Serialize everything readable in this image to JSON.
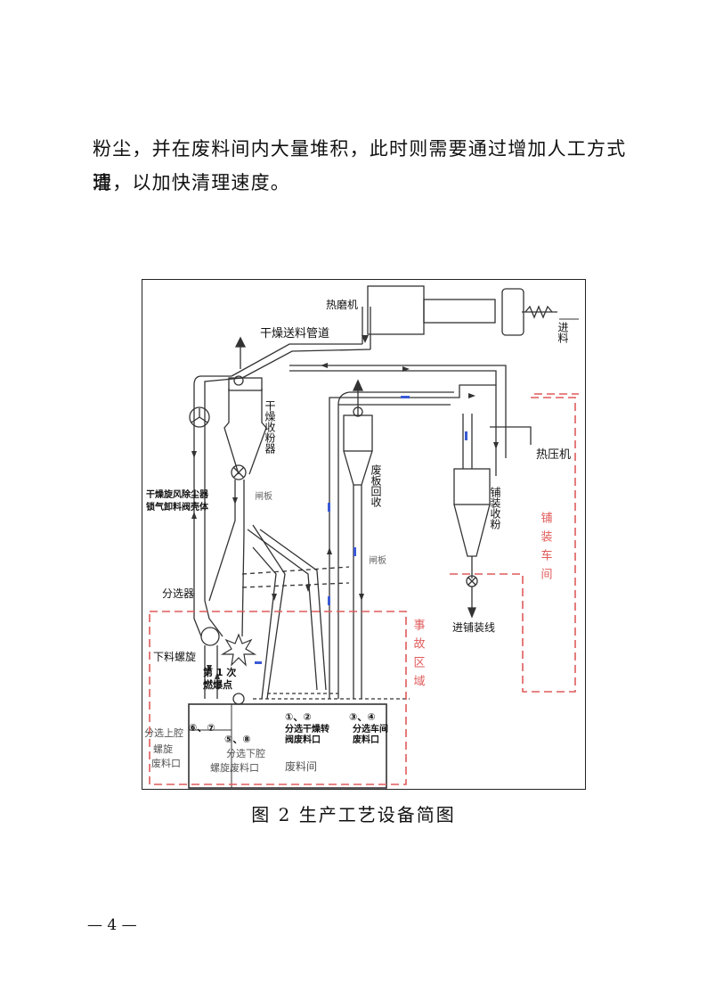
{
  "paragraph": {
    "line1": "粉尘，并在废料间内大量堆积，此时则需要通过增加人工方式清",
    "line2": "理，以加快清理速度。"
  },
  "figure": {
    "caption": "图 2   生产工艺设备简图",
    "labels": {
      "hot_mill": "热磨机",
      "feed": "进料",
      "dry_pipe": "干燥送料管道",
      "dry_collector": "干燥收粉器",
      "cyclone_a": "干燥旋风除尘器",
      "cyclone_b": "锁气卸料阀壳体",
      "gate1": "闸板",
      "gate2": "闸板",
      "waste_recycle": "废板回收",
      "hot_press": "热压机",
      "paving_collect": "铺装收粉",
      "paving_line": "进铺装线",
      "paving_workshop": "铺装车间",
      "separator": "分选器",
      "screw": "下料螺旋",
      "fire1": "第 1 次",
      "fire2": "燃爆点",
      "accident_area": "事故区域",
      "n67": "⑥、⑦",
      "n58": "⑤、⑧",
      "n12": "①、②",
      "n34": "③、④",
      "sep_dry_1": "分选干燥转",
      "sep_dry_2": "阀废料口",
      "sep_ws_1": "分选车间",
      "sep_ws_2": "废料口",
      "upper_1": "分选上腔",
      "upper_2": "螺旋",
      "upper_3": "废料口",
      "lower_1": "分选下腔",
      "lower_2": "螺旋废料口",
      "waste_room": "废料间"
    }
  },
  "page_number": "— 4 —"
}
